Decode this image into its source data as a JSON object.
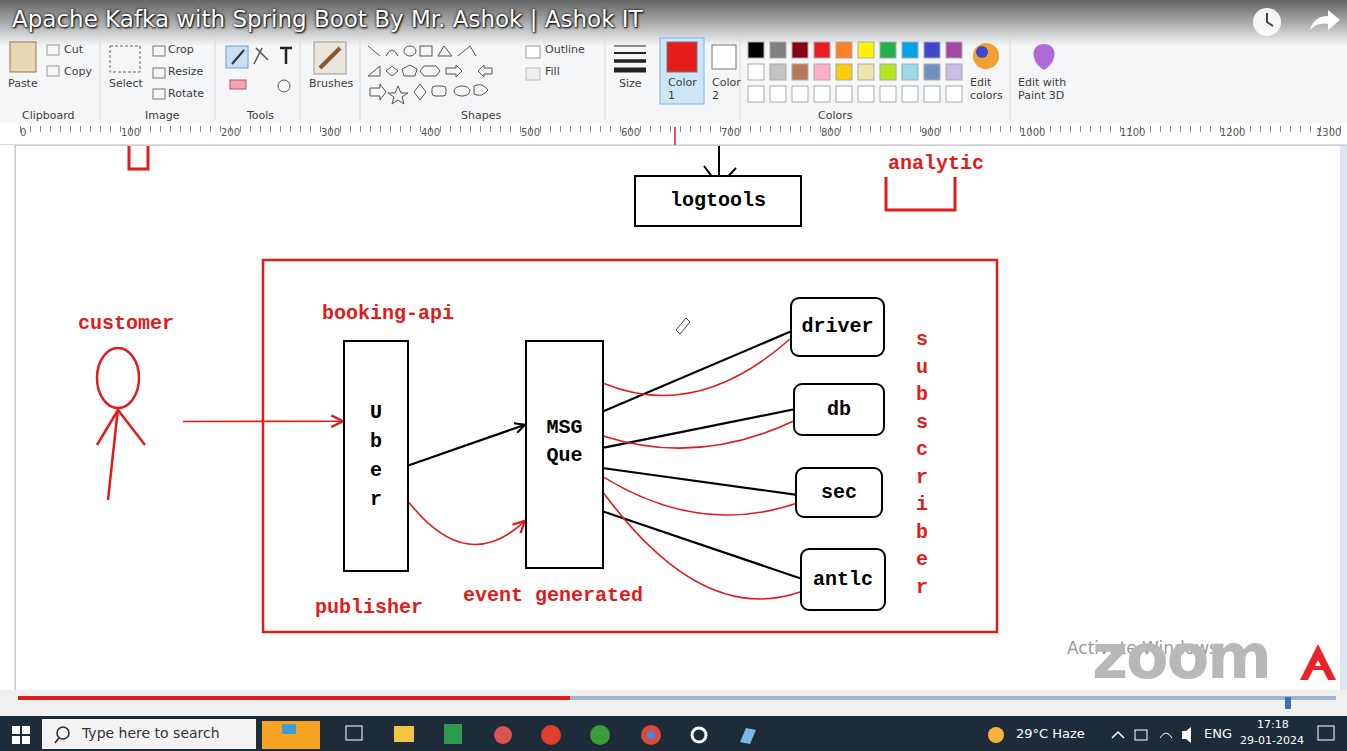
{
  "diagram": {
    "title": "Apache Kafka with Spring Boot By Mr. Ashok | Ashok IT",
    "nodes": [
      {
        "text": [
          "logtools"
        ]
      },
      {
        "text": [
          "analytic"
        ]
      },
      {
        "text": [
          "customer"
        ]
      },
      {
        "text": [
          "U b e r"
        ]
      },
      {
        "text": [
          "MSG Que"
        ]
      },
      {
        "text": [
          "driver"
        ]
      },
      {
        "text": [
          "db"
        ]
      },
      {
        "text": [
          "sec"
        ]
      },
      {
        "text": [
          "antlc"
        ]
      }
    ],
    "edges": [
      {
        "from": 2,
        "to": 3,
        "arrow": "to"
      },
      {
        "from": 3,
        "to": 4,
        "arrow": "to"
      },
      {
        "from": 3,
        "to": 4,
        "arrow": "to"
      },
      {
        "from": 4,
        "to": 5,
        "arrow": "none"
      },
      {
        "from": 4,
        "to": 6,
        "arrow": "none"
      },
      {
        "from": 4,
        "to": 7,
        "arrow": "none"
      },
      {
        "from": 4,
        "to": 8,
        "arrow": "none"
      },
      {
        "from": 4,
        "to": 5,
        "arrow": "none"
      },
      {
        "from": 4,
        "to": 6,
        "arrow": "none"
      },
      {
        "from": 4,
        "to": 7,
        "arrow": "none"
      },
      {
        "from": 4,
        "to": 8,
        "arrow": "none"
      }
    ],
    "labels": [
      "booking-api",
      "publisher",
      "event generated",
      "s u b s c r i b e r",
      "Paste",
      "Cut",
      "Copy",
      "Select",
      "Crop",
      "Resize",
      "Rotate",
      "Clipboard",
      "Image",
      "Tools",
      "Brushes",
      "Shapes",
      "Outline",
      "Fill",
      "Size",
      "Color 1",
      "Color 2",
      "Colors",
      "Edit colors",
      "Edit with Paint 3D",
      "0",
      "100",
      "200",
      "300",
      "400",
      "500",
      "600",
      "700",
      "800",
      "900",
      "1000",
      "1100",
      "1200",
      "1300",
      "Activate Windows",
      "zoom",
      "Type here to search",
      "29°C Haze",
      "ENG",
      "17:18",
      "29-01-2024"
    ]
  }
}
